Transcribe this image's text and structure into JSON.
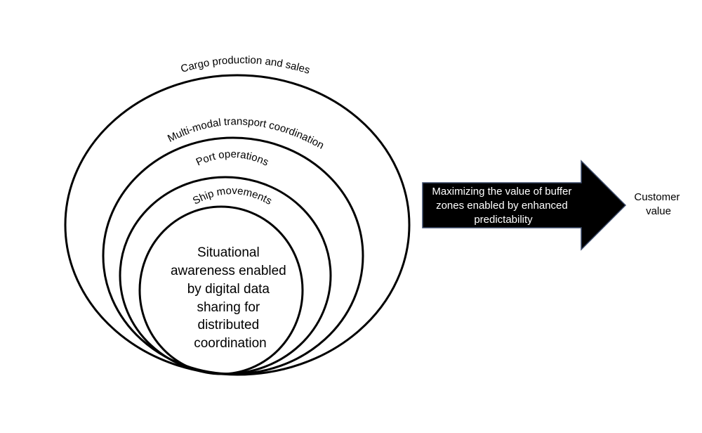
{
  "rings": [
    {
      "label": "Cargo production and sales"
    },
    {
      "label": "Multi-modal transport coordination"
    },
    {
      "label": "Port operations"
    },
    {
      "label": "Ship movements"
    }
  ],
  "core": {
    "lines": [
      "Situational",
      "awareness enabled",
      "by digital data",
      "sharing for",
      "distributed",
      "coordination"
    ]
  },
  "arrow": {
    "lines": [
      "Maximizing the value of buffer",
      "zones enabled by enhanced",
      "predictability"
    ]
  },
  "outcome": {
    "lines": [
      "Customer",
      "value"
    ]
  }
}
